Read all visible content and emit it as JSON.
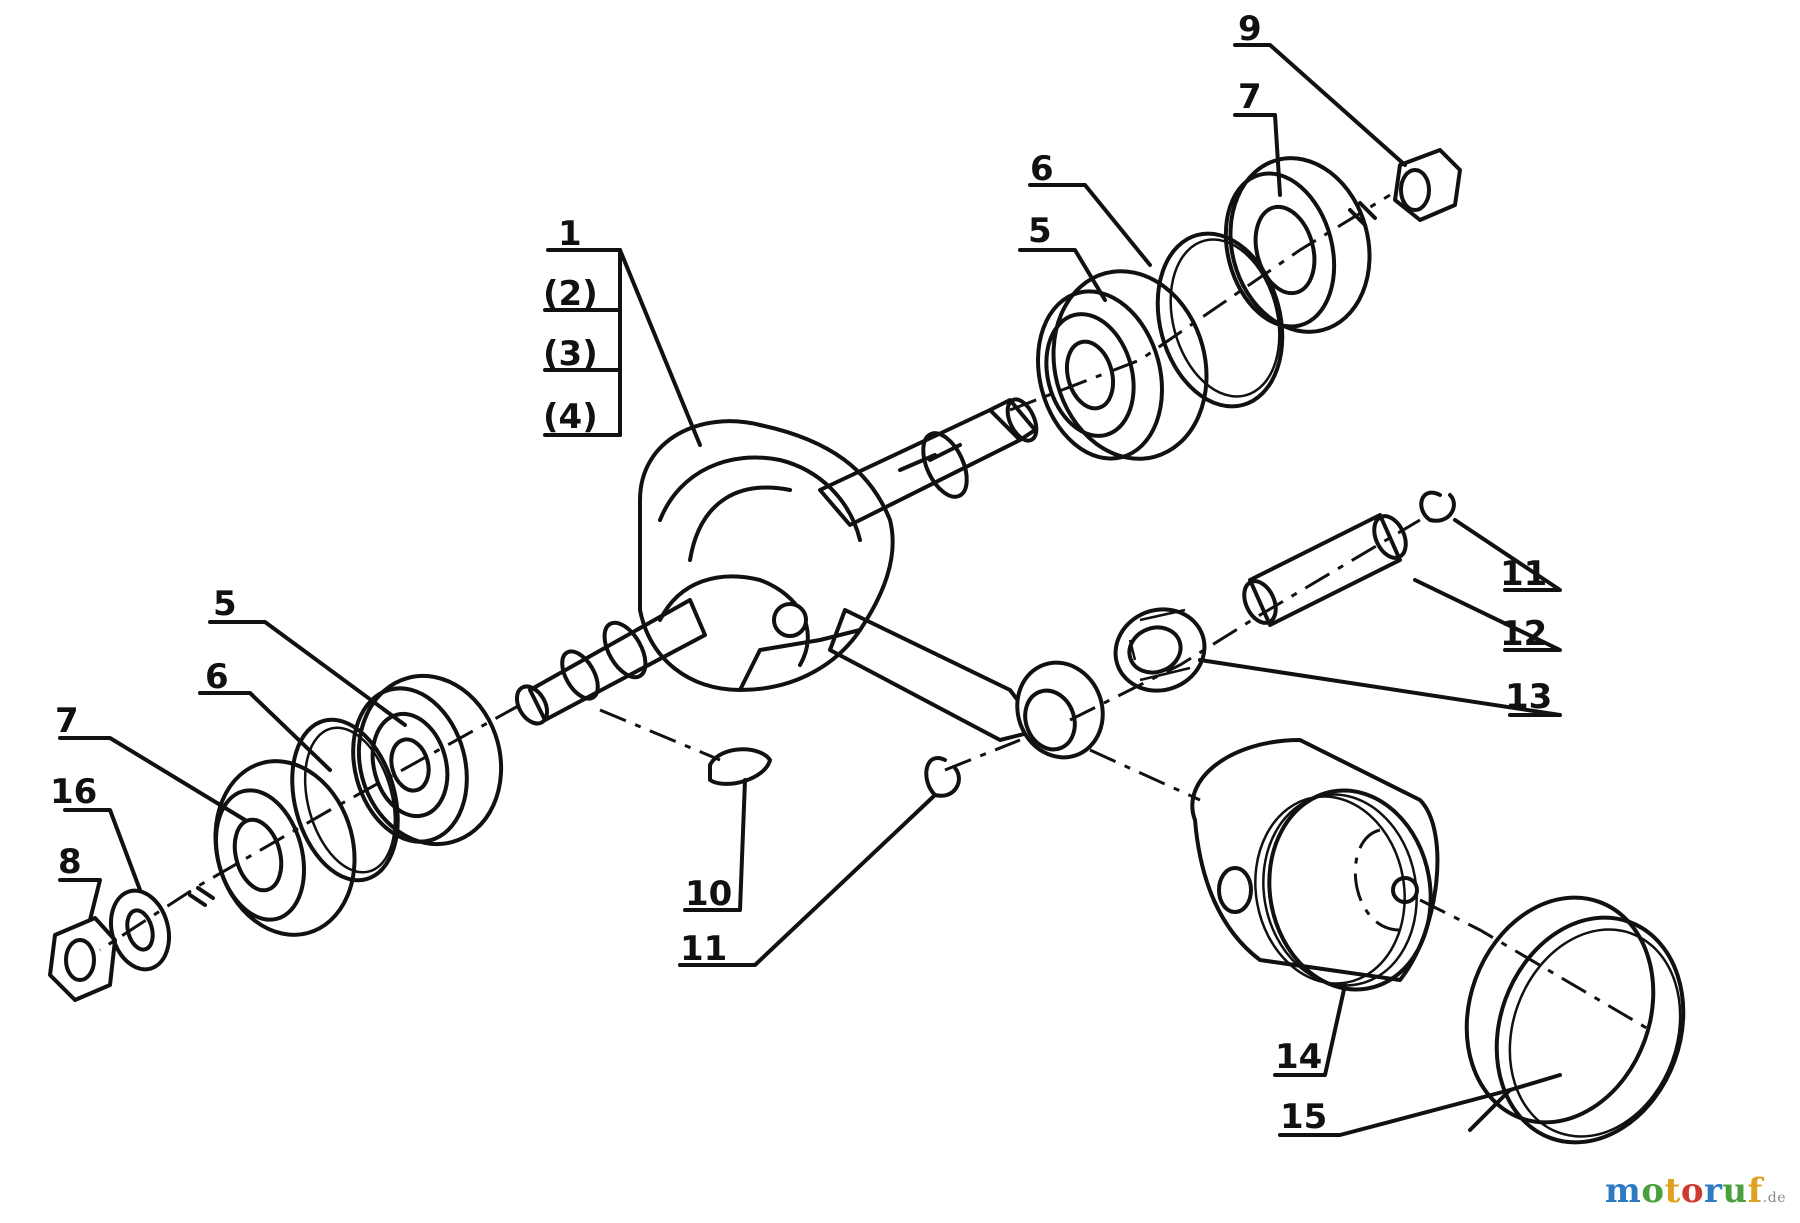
{
  "parts": {
    "p1": "1",
    "p2": "(2)",
    "p3": "(3)",
    "p4": "(4)",
    "p5_top": "5",
    "p6_top": "6",
    "p7_top": "7",
    "p9": "9",
    "p11_right": "11",
    "p12": "12",
    "p13": "13",
    "p5_left": "5",
    "p6_left": "6",
    "p7_left": "7",
    "p16": "16",
    "p8": "8",
    "p10": "10",
    "p11_mid": "11",
    "p14": "14",
    "p15": "15"
  },
  "watermark": {
    "parts": [
      {
        "text": "m",
        "color": "#2e7bc4"
      },
      {
        "text": "o",
        "color": "#4aa03c"
      },
      {
        "text": "t",
        "color": "#e0a020"
      },
      {
        "text": "o",
        "color": "#d03a2e"
      },
      {
        "text": "r",
        "color": "#2e7bc4"
      },
      {
        "text": "u",
        "color": "#4aa03c"
      },
      {
        "text": "f",
        "color": "#e0a020"
      }
    ],
    "suffix": ".de"
  }
}
